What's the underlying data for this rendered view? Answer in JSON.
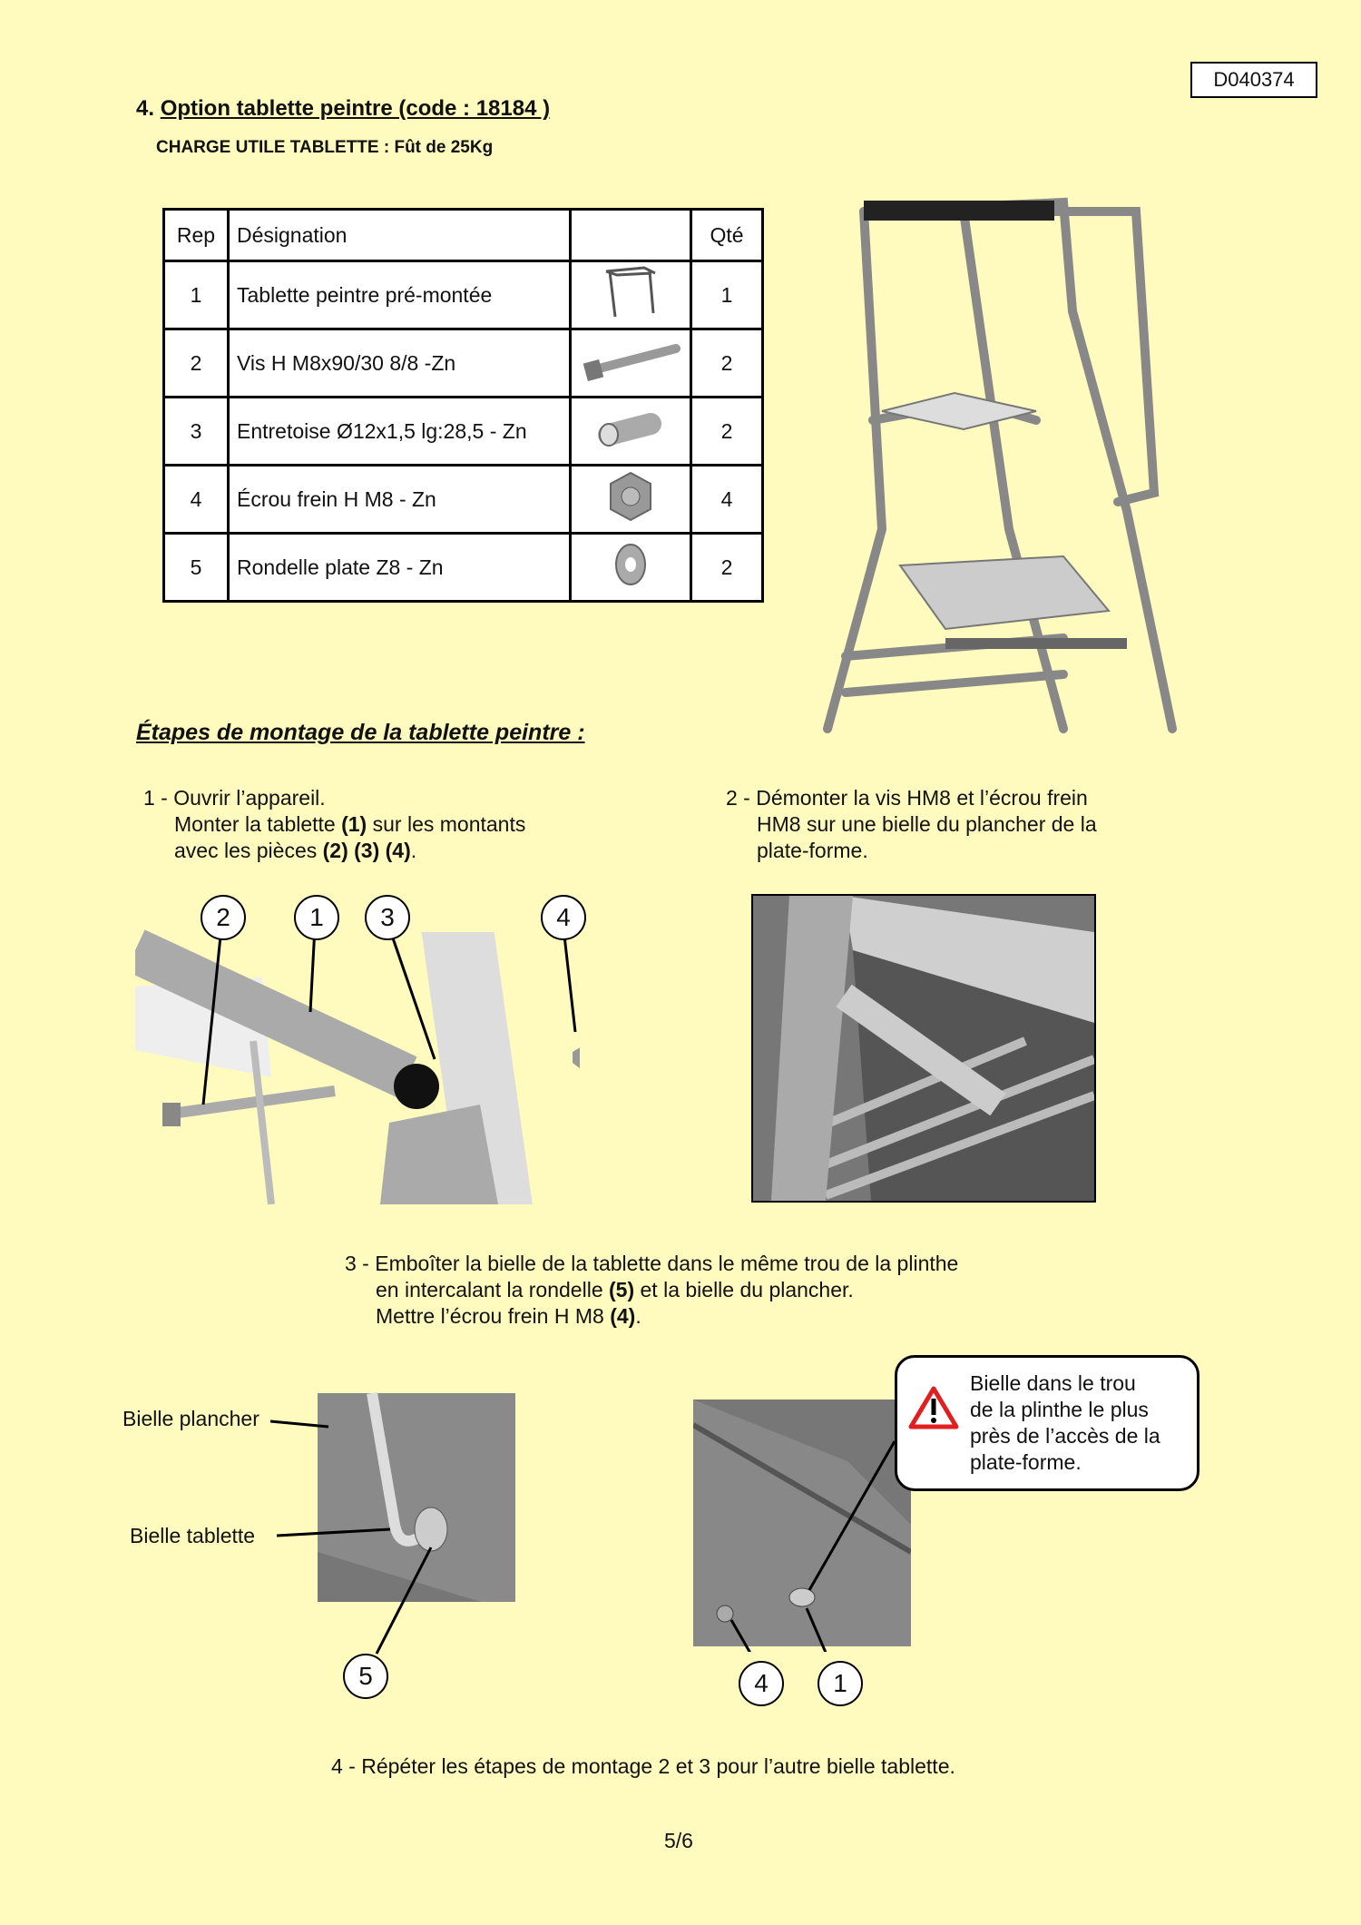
{
  "doc_ref": "D040374",
  "title": {
    "number": "4.",
    "text": "Option tablette peintre (code : 18184 )"
  },
  "charge": "CHARGE UTILE TABLETTE : Fût de 25Kg",
  "table": {
    "headers": [
      "Rep",
      "Désignation",
      "",
      "Qté"
    ],
    "rows": [
      {
        "rep": "1",
        "designation": "Tablette peintre pré-montée",
        "qty": "1",
        "icon": "tablet-frame"
      },
      {
        "rep": "2",
        "designation": "Vis H M8x90/30  8/8 -Zn",
        "qty": "2",
        "icon": "bolt"
      },
      {
        "rep": "3",
        "designation": "Entretoise Ø12x1,5  lg:28,5 - Zn",
        "qty": "2",
        "icon": "spacer"
      },
      {
        "rep": "4",
        "designation": "Écrou frein H M8 - Zn",
        "qty": "4",
        "icon": "nut"
      },
      {
        "rep": "5",
        "designation": "Rondelle plate Z8 - Zn",
        "qty": "2",
        "icon": "washer"
      }
    ]
  },
  "steps_heading": "Étapes de montage de la tablette peintre :",
  "step1": {
    "l1": "1 - Ouvrir l’appareil.",
    "l2a": "Monter la tablette ",
    "l2b": "(1)",
    "l2c": " sur les montants",
    "l3a": "avec les pièces ",
    "l3b": "(2) (3) (4)",
    "l3c": "."
  },
  "step2": {
    "l1": "2 - Démonter la vis HM8 et l’écrou frein",
    "l2": "HM8 sur une bielle du plancher de la",
    "l3": "plate-forme."
  },
  "step3": {
    "l1": "3 - Emboîter la bielle de la tablette dans le même trou de la plinthe",
    "l2a": "en intercalant la rondelle ",
    "l2b": "(5)",
    "l2c": " et la bielle du plancher.",
    "l3a": "Mettre l’écrou frein H M8 ",
    "l3b": "(4)",
    "l3c": "."
  },
  "fig1_callouts": [
    "2",
    "1",
    "3",
    "4"
  ],
  "fig3_labels": {
    "plancher": "Bielle plancher",
    "tablette": "Bielle tablette",
    "c5": "5",
    "c4": "4",
    "c1": "1"
  },
  "warning": {
    "l1": "Bielle dans le trou",
    "l2": "de la plinthe le plus",
    "l3": "près de l’accès de la",
    "l4": "plate-forme.",
    "color": "#e02020"
  },
  "step4": "4 - Répéter les étapes de montage 2 et 3 pour l’autre bielle tablette.",
  "page": "5/6"
}
